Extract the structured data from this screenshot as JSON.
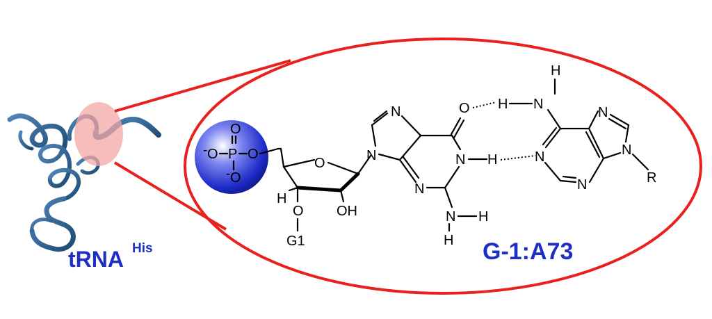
{
  "labels": {
    "trna": "tRNA",
    "trna_superscript": "His",
    "base_pair": "G-1:A73"
  },
  "atoms": {
    "phosphorus": "P",
    "oxygen": "O",
    "nitrogen": "N",
    "hydrogen": "H",
    "hydroxyl": "OH",
    "g1": "G1",
    "r_group": "R",
    "minus": "-"
  },
  "colors": {
    "ellipse_outline": "#e8201e",
    "highlight": "#f4a6a6",
    "label_blue": "#1f2fc4",
    "phosphate_sphere": "#2233cc",
    "ribbon": "#2c5f8f"
  },
  "icons": {
    "ribbon": "trna-ribbon-structure",
    "sphere": "phosphate-sphere"
  }
}
